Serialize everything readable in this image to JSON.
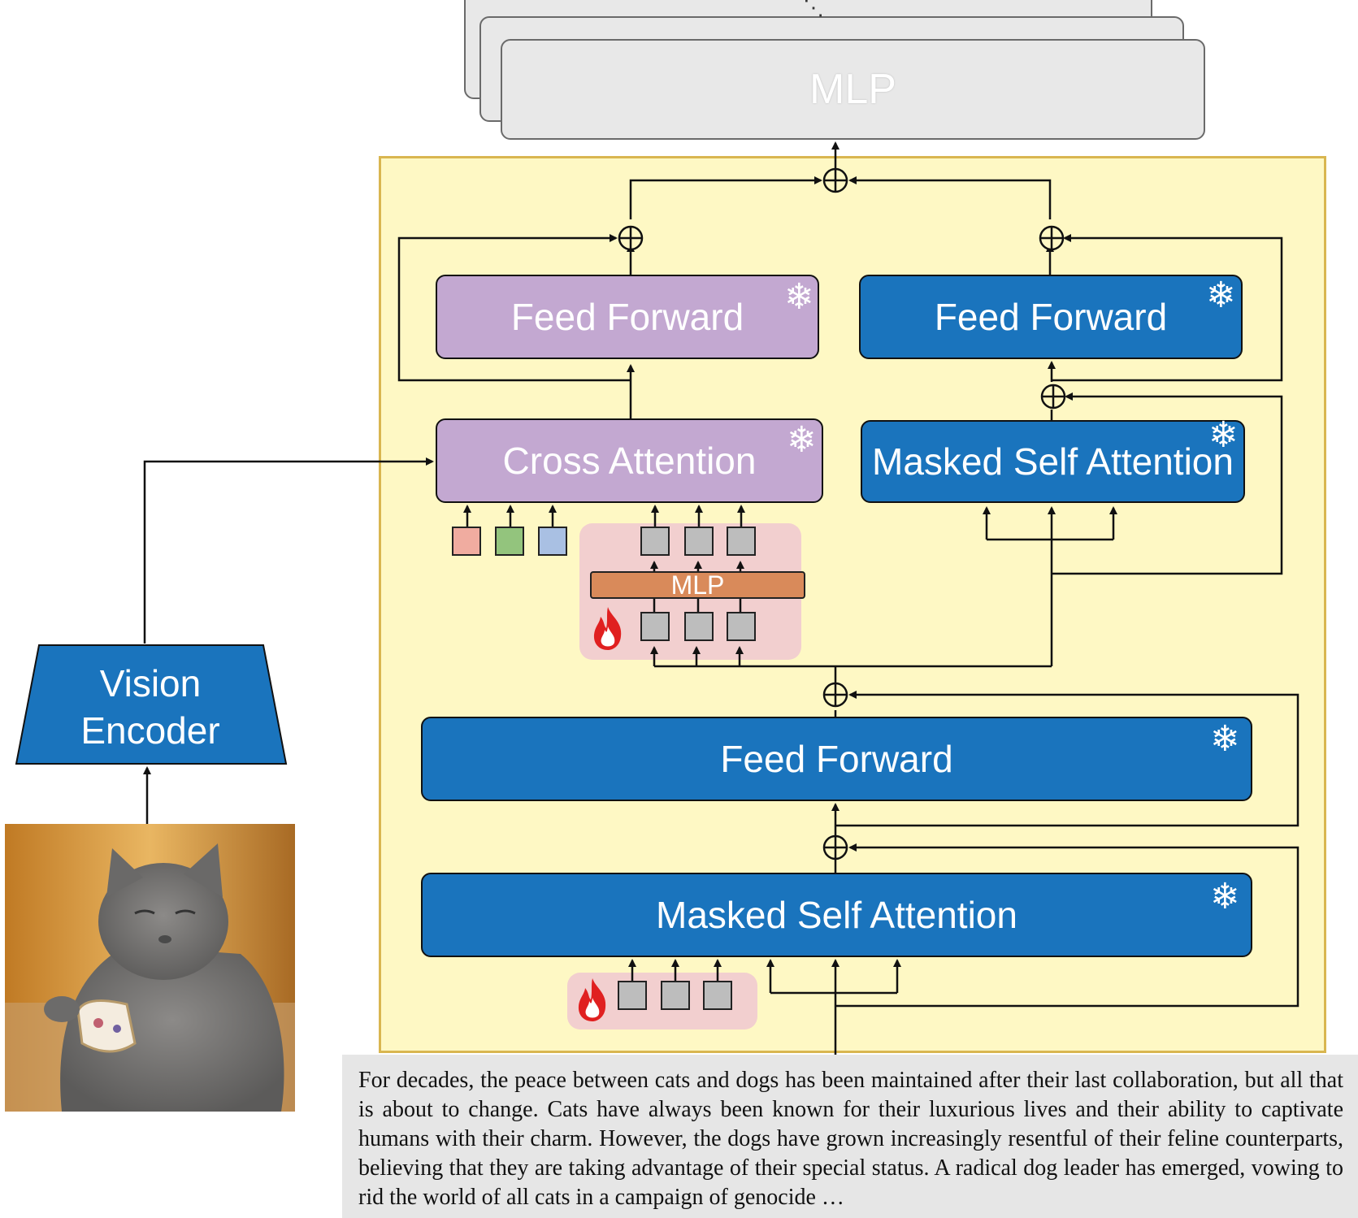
{
  "top_stack": {
    "label": "MLP",
    "ellipsis": "⋱"
  },
  "blocks": {
    "ff_cross": "Feed Forward",
    "ff_right": "Feed Forward",
    "cross_attention": "Cross Attention",
    "masked_self_attention_right": "Masked Self Attention",
    "ff_bottom": "Feed Forward",
    "masked_self_attention_bottom": "Masked Self Attention",
    "inner_mlp": "MLP"
  },
  "vision_encoder": {
    "line1": "Vision",
    "line2": "Encoder"
  },
  "caption": "For decades, the peace between cats and dogs has been maintained after their last collaboration, but all that is about to change. Cats have always been known for their luxurious lives and their ability to captivate humans with their charm. However, the dogs have grown increasingly resentful of their feline counterparts, believing that they are taking advantage of their special status. A radical dog leader has emerged, vowing to rid the world of all cats in a campaign of genocide …",
  "colors": {
    "frozen_block": "#1a74bd",
    "cross_block": "#c3a8d1",
    "panel": "#fef8c4",
    "panel_border": "#d9b650",
    "trainable_zone": "#f2cfcf",
    "inner_mlp": "#d98a5a",
    "token_red": "#f0aca0",
    "token_green": "#93c47d",
    "token_blue": "#a9c0e3",
    "token_gray": "#bdbdbd"
  },
  "icons": {
    "frozen": "snowflake-icon",
    "trainable": "fire-icon",
    "sum": "circled-plus-icon"
  }
}
